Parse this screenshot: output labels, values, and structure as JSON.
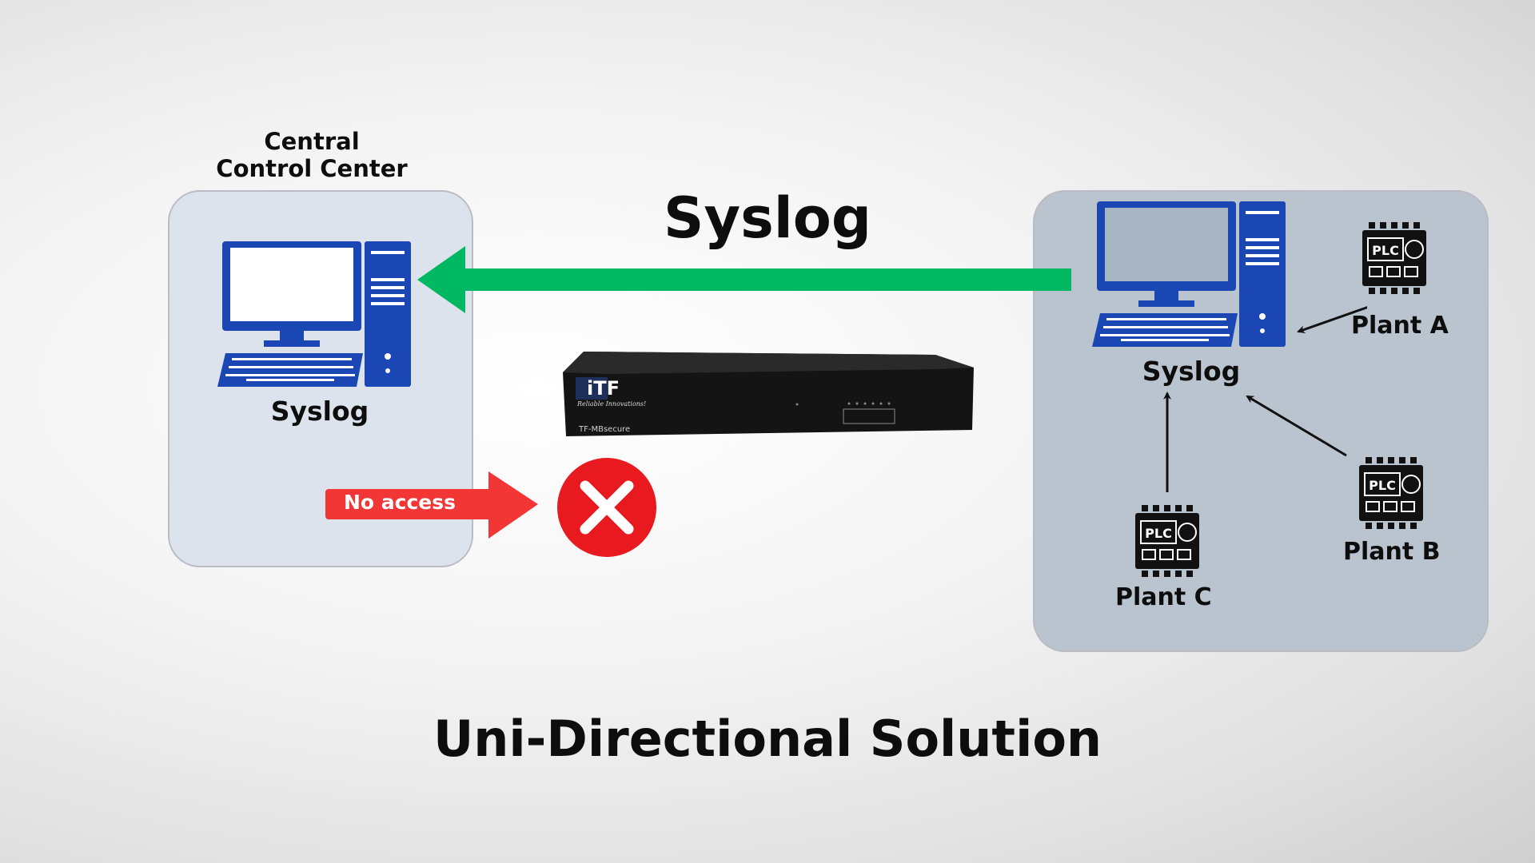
{
  "control_center": {
    "title_line1": "Central",
    "title_line2": "Control Center",
    "syslog_label": "Syslog"
  },
  "flow": {
    "label": "Syslog"
  },
  "blocked": {
    "label": "No access"
  },
  "device": {
    "brand": "iTF",
    "tagline": "Reliable Innovations!",
    "model": "TF-MBsecure"
  },
  "plant_network": {
    "syslog_label": "Syslog",
    "plants": [
      {
        "name": "Plant A",
        "chip": "PLC"
      },
      {
        "name": "Plant B",
        "chip": "PLC"
      },
      {
        "name": "Plant C",
        "chip": "PLC"
      }
    ]
  },
  "footer": {
    "title": "Uni-Directional Solution"
  },
  "colors": {
    "flow_arrow": "#00b861",
    "blocked_arrow": "#f23535",
    "computer": "#1b47b5",
    "panel_left": "#dde3ec",
    "panel_right": "#b9c4cf"
  }
}
